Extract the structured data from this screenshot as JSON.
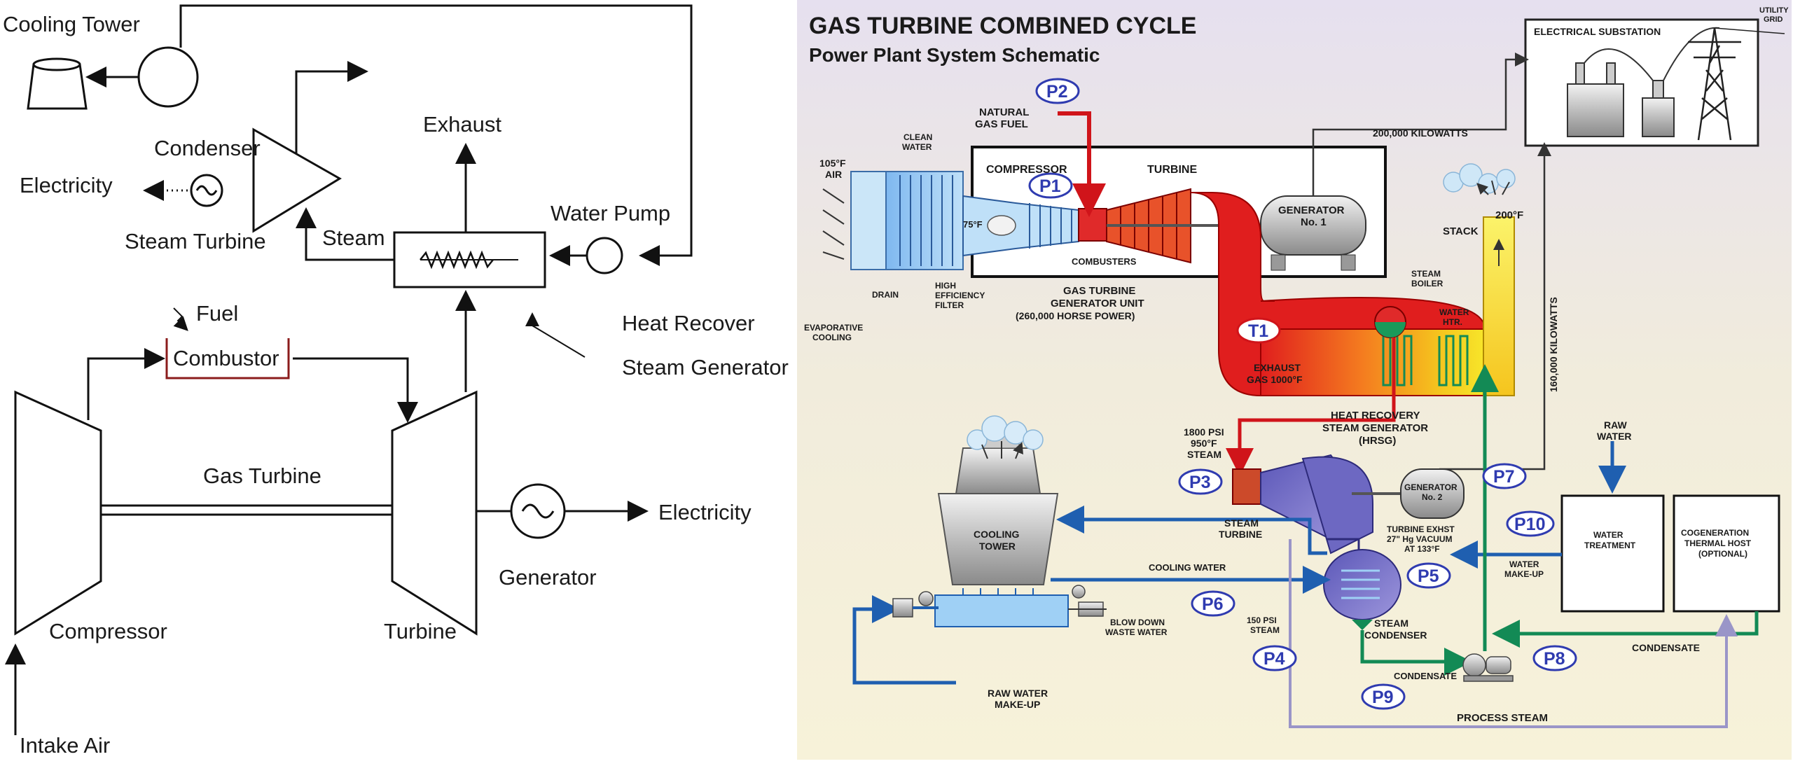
{
  "left": {
    "cooling_tower": "Cooling Tower",
    "condenser": "Condenser",
    "electricity_top": "Electricity",
    "steam_turbine": "Steam Turbine",
    "steam": "Steam",
    "exhaust": "Exhaust",
    "water_pump": "Water Pump",
    "fuel": "Fuel",
    "combustor": "Combustor",
    "heat_recover_1": "Heat Recover",
    "heat_recover_2": "Steam Generator",
    "gas_turbine": "Gas Turbine",
    "electricity_bottom": "Electricity",
    "generator": "Generator",
    "compressor": "Compressor",
    "turbine": "Turbine",
    "intake_air": "Intake Air"
  },
  "right": {
    "title": "GAS TURBINE COMBINED CYCLE",
    "subtitle": "Power Plant System Schematic",
    "utility_grid_1": "UTILITY",
    "utility_grid_2": "GRID",
    "electrical_substation": "ELECTRICAL SUBSTATION",
    "kw_200000": "200,000 KILOWATTS",
    "kw_160000": "160,000 KILOWATTS",
    "natural_gas_1": "NATURAL",
    "natural_gas_2": "GAS FUEL",
    "clean_water_1": "CLEAN",
    "clean_water_2": "WATER",
    "air_1": "105°F",
    "air_2": "AIR",
    "compressor": "COMPRESSOR",
    "turbine": "TURBINE",
    "temp_75": "75°F",
    "combusters": "COMBUSTERS",
    "generator1_1": "GENERATOR",
    "generator1_2": "No. 1",
    "drain": "DRAIN",
    "filter_1": "HIGH",
    "filter_2": "EFFICIENCY",
    "filter_3": "FILTER",
    "evap_1": "EVAPORATIVE",
    "evap_2": "COOLING",
    "gtgu_1": "GAS TURBINE",
    "gtgu_2": "GENERATOR UNIT",
    "gtgu_3": "(260,000 HORSE POWER)",
    "stack": "STACK",
    "temp_200": "200°F",
    "steam_boiler_1": "STEAM",
    "steam_boiler_2": "BOILER",
    "water_htr_1": "WATER",
    "water_htr_2": "HTR.",
    "exhaust_gas_1": "EXHAUST",
    "exhaust_gas_2": "GAS 1000°F",
    "hrsg_1": "HEAT RECOVERY",
    "hrsg_2": "STEAM GENERATOR",
    "hrsg_3": "(HRSG)",
    "steam_spec_1": "1800 PSI",
    "steam_spec_2": "950°F",
    "steam_spec_3": "STEAM",
    "raw_water_1": "RAW",
    "raw_water_2": "WATER",
    "cooling_tower_1": "COOLING",
    "cooling_tower_2": "TOWER",
    "steam_turbine_1": "STEAM",
    "steam_turbine_2": "TURBINE",
    "generator2_1": "GENERATOR",
    "generator2_2": "No. 2",
    "turbine_exhst_1": "TURBINE EXHST",
    "turbine_exhst_2": "27\" Hg VACUUM",
    "turbine_exhst_3": "AT 133°F",
    "water_treatment_1": "WATER",
    "water_treatment_2": "TREATMENT",
    "cogen_1": "COGENERATION",
    "cogen_2": "THERMAL HOST",
    "cogen_3": "(OPTIONAL)",
    "cooling_water": "COOLING WATER",
    "water_makeup_1": "WATER",
    "water_makeup_2": "MAKE-UP",
    "blow_down_1": "BLOW DOWN",
    "blow_down_2": "WASTE WATER",
    "steam_150_1": "150 PSI",
    "steam_150_2": "STEAM",
    "steam_condenser_1": "STEAM",
    "steam_condenser_2": "CONDENSER",
    "condensate_right": "CONDENSATE",
    "condensate_bottom": "CONDENSATE",
    "raw_water_makeup_1": "RAW WATER",
    "raw_water_makeup_2": "MAKE-UP",
    "process_steam": "PROCESS STEAM",
    "p1": "P1",
    "p2": "P2",
    "p3": "P3",
    "p4": "P4",
    "p5": "P5",
    "p6": "P6",
    "p7": "P7",
    "p8": "P8",
    "p9": "P9",
    "p10": "P10",
    "t1": "T1"
  }
}
